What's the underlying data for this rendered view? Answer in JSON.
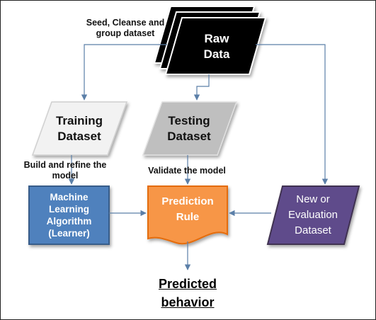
{
  "notes": {
    "seed_line1": "Seed, Cleanse and",
    "seed_line2": "group dataset",
    "build_line1": "Build and refine the",
    "build_line2": "model",
    "validate": "Validate the model"
  },
  "nodes": {
    "raw_data": {
      "line1": "Raw",
      "line2": "Data"
    },
    "training": {
      "line1": "Training",
      "line2": "Dataset"
    },
    "testing": {
      "line1": "Testing",
      "line2": "Dataset"
    },
    "ml_algorithm": {
      "line1": "Machine",
      "line2": "Learning",
      "line3": "Algorithm",
      "line4": "(Learner)"
    },
    "prediction_rule": {
      "line1": "Prediction",
      "line2": "Rule"
    },
    "new_dataset": {
      "line1": "New or",
      "line2": "Evaluation",
      "line3": "Dataset"
    },
    "predicted": {
      "line1": "Predicted",
      "line2": "behavior"
    }
  },
  "colors": {
    "raw_data_fill": "#000000",
    "training_fill": "#f2f2f2",
    "testing_fill": "#bfbfbf",
    "ml_fill": "#4f81bd",
    "prediction_fill": "#f79646",
    "new_dataset_fill": "#5f4b8b",
    "connector": "#5b7fa8"
  }
}
